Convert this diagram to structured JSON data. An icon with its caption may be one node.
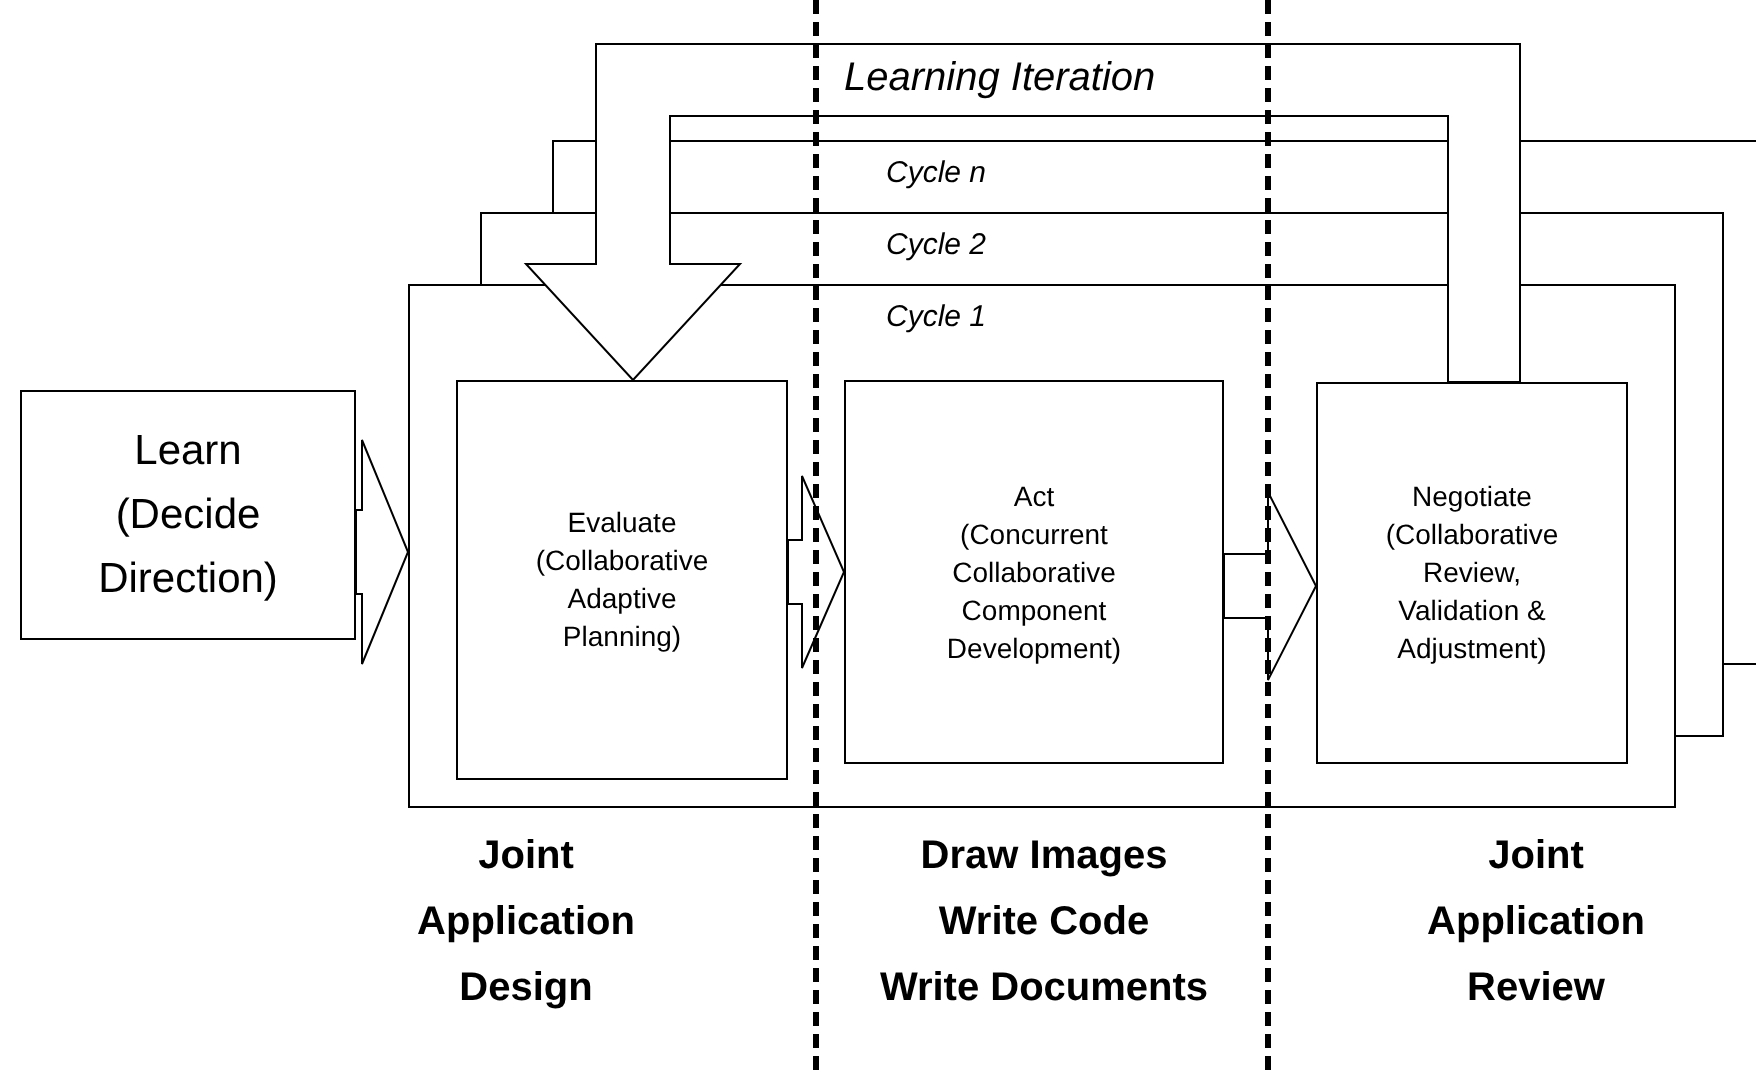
{
  "diagram": {
    "nodes": [
      {
        "text": [
          "Cycle n"
        ]
      },
      {
        "text": [
          "Cycle 2"
        ]
      },
      {
        "text": [
          "Cycle 1"
        ]
      },
      {
        "text": [
          "Learn (Decide Direction)"
        ]
      },
      {
        "text": [
          "Evaluate (Collaborative Adaptive Planning)"
        ],
        "in": 2
      },
      {
        "text": [
          "Act (Concurrent Collaborative Component Development)"
        ],
        "in": 2
      },
      {
        "text": [
          "Negotiate (Collaborative Review, Validation & Adjustment)"
        ],
        "in": 2
      }
    ],
    "edges": [
      {
        "from": 3,
        "to": 2,
        "arrow": "to"
      },
      {
        "from": 4,
        "to": 5,
        "arrow": "to"
      },
      {
        "from": 5,
        "to": 6,
        "arrow": "to"
      },
      {
        "from": 6,
        "to": 4,
        "arrow": "to",
        "label": "Learning Iteration"
      }
    ],
    "labels": [
      "Joint Application Design",
      "Draw Images",
      "Write Code",
      "Write Documents",
      "Joint Application Review"
    ]
  }
}
